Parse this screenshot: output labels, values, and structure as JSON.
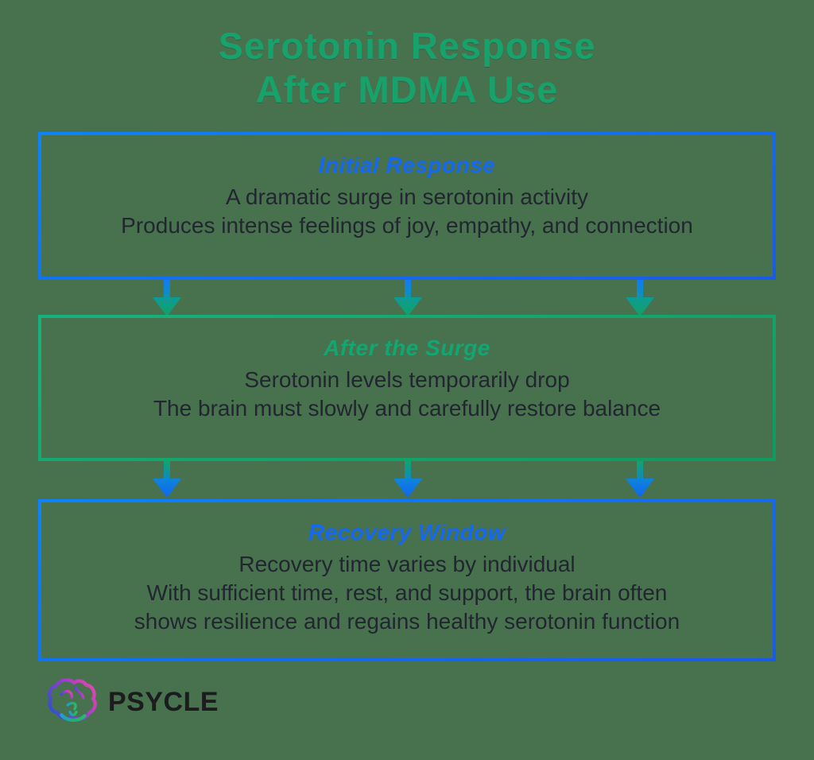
{
  "title": {
    "line1": "Serotonin Response",
    "line2": "After MDMA Use"
  },
  "boxes": [
    {
      "heading": "Initial Response",
      "accent": "blue",
      "lines": [
        "A dramatic surge in serotonin activity",
        "Produces intense feelings of joy, empathy, and connection"
      ]
    },
    {
      "heading": "After the Surge",
      "accent": "green",
      "lines": [
        "Serotonin levels temporarily drop",
        "The brain must slowly and carefully restore balance"
      ]
    },
    {
      "heading": "Recovery Window",
      "accent": "blue",
      "lines": [
        "Recovery time varies by individual",
        "With sufficient time, rest, and support, the brain often",
        "shows resilience and regains healthy serotonin function"
      ]
    }
  ],
  "brand": {
    "name": "PSYCLE",
    "icon": "brain-icon"
  },
  "icons": {
    "connector": "down-arrow-icon"
  },
  "colors": {
    "background": "#48714e",
    "title_green": "#17a26c",
    "accent_blue": "#1468f0",
    "accent_green": "#12a672",
    "body_text": "#212630",
    "brand_text": "#1c1c1e",
    "brain_gradient": [
      "#3550cf",
      "#8a3fd0",
      "#cf3fba",
      "#23b06b"
    ]
  }
}
